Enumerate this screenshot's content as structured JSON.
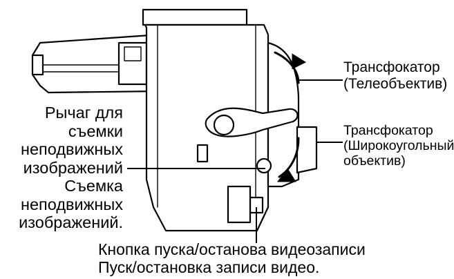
{
  "labels": {
    "still_lever": [
      "Рычаг для",
      "съемки",
      "неподвижных",
      "изображений",
      "Съемка",
      "неподвижных",
      "изображений."
    ],
    "zoom_tele": [
      "Трансфокатор",
      "(Телеобъектив)"
    ],
    "zoom_wide": [
      "Трансфокатор",
      "(Широкоугольный",
      "объектив)"
    ],
    "record_button": [
      "Кнопка пуска/останова видеозаписи",
      "Пуск/остановка записи видео."
    ]
  }
}
